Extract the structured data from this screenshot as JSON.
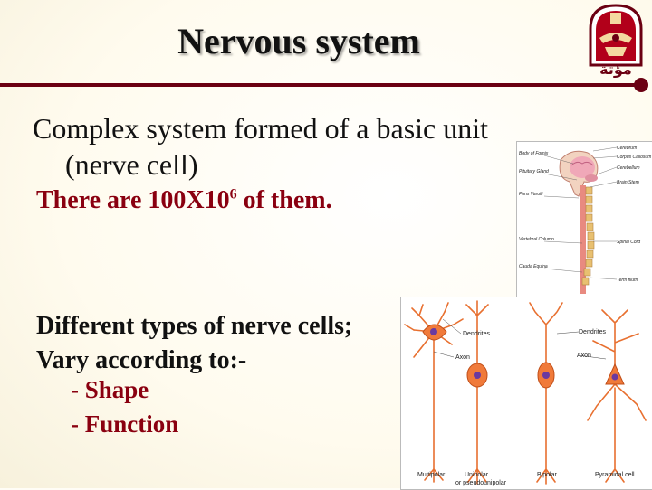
{
  "slide": {
    "title": "Nervous system",
    "logo_text": "مؤتة",
    "bullet_main": {
      "line1": "Complex system formed of a basic unit",
      "line2": "(nerve cell)"
    },
    "count_line": {
      "prefix": "There are 100X10",
      "exponent": "6",
      "suffix": " of them."
    },
    "types": {
      "line1": "Different types of nerve cells;",
      "line2": "Vary according to:-",
      "items": [
        "- Shape",
        "- Function"
      ]
    },
    "spine_figure": {
      "labels_left": [
        "Body of Fornix",
        "Pituitary Gland",
        "Pons Varolii",
        "Vertebral Column",
        "Cauda Equina"
      ],
      "labels_right": [
        "Cerebrum",
        "Corpus Callosum",
        "Cerebellum",
        "Brain Stem",
        "Spinal Cord",
        "Term filum"
      ]
    },
    "neuron_figure": {
      "labels": {
        "dendrites_1": "Dendrites",
        "axon_1": "Axon",
        "dendrites_2": "Dendrites",
        "axon_2": "Axon"
      },
      "captions": [
        "Multipolar",
        "Unipolar",
        "or pseudounipolar",
        "Bipolar",
        "Pyramidal cell"
      ]
    },
    "colors": {
      "accent": "#6b0012",
      "highlight_text": "#8a0010",
      "neuron_fill": "#f07a3a"
    }
  }
}
